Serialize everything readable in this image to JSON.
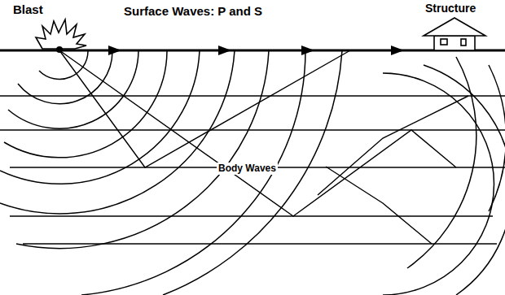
{
  "diagram": {
    "labels": [
      "Blast",
      "Surface Waves: P and S",
      "Structure",
      "Body Waves"
    ]
  }
}
